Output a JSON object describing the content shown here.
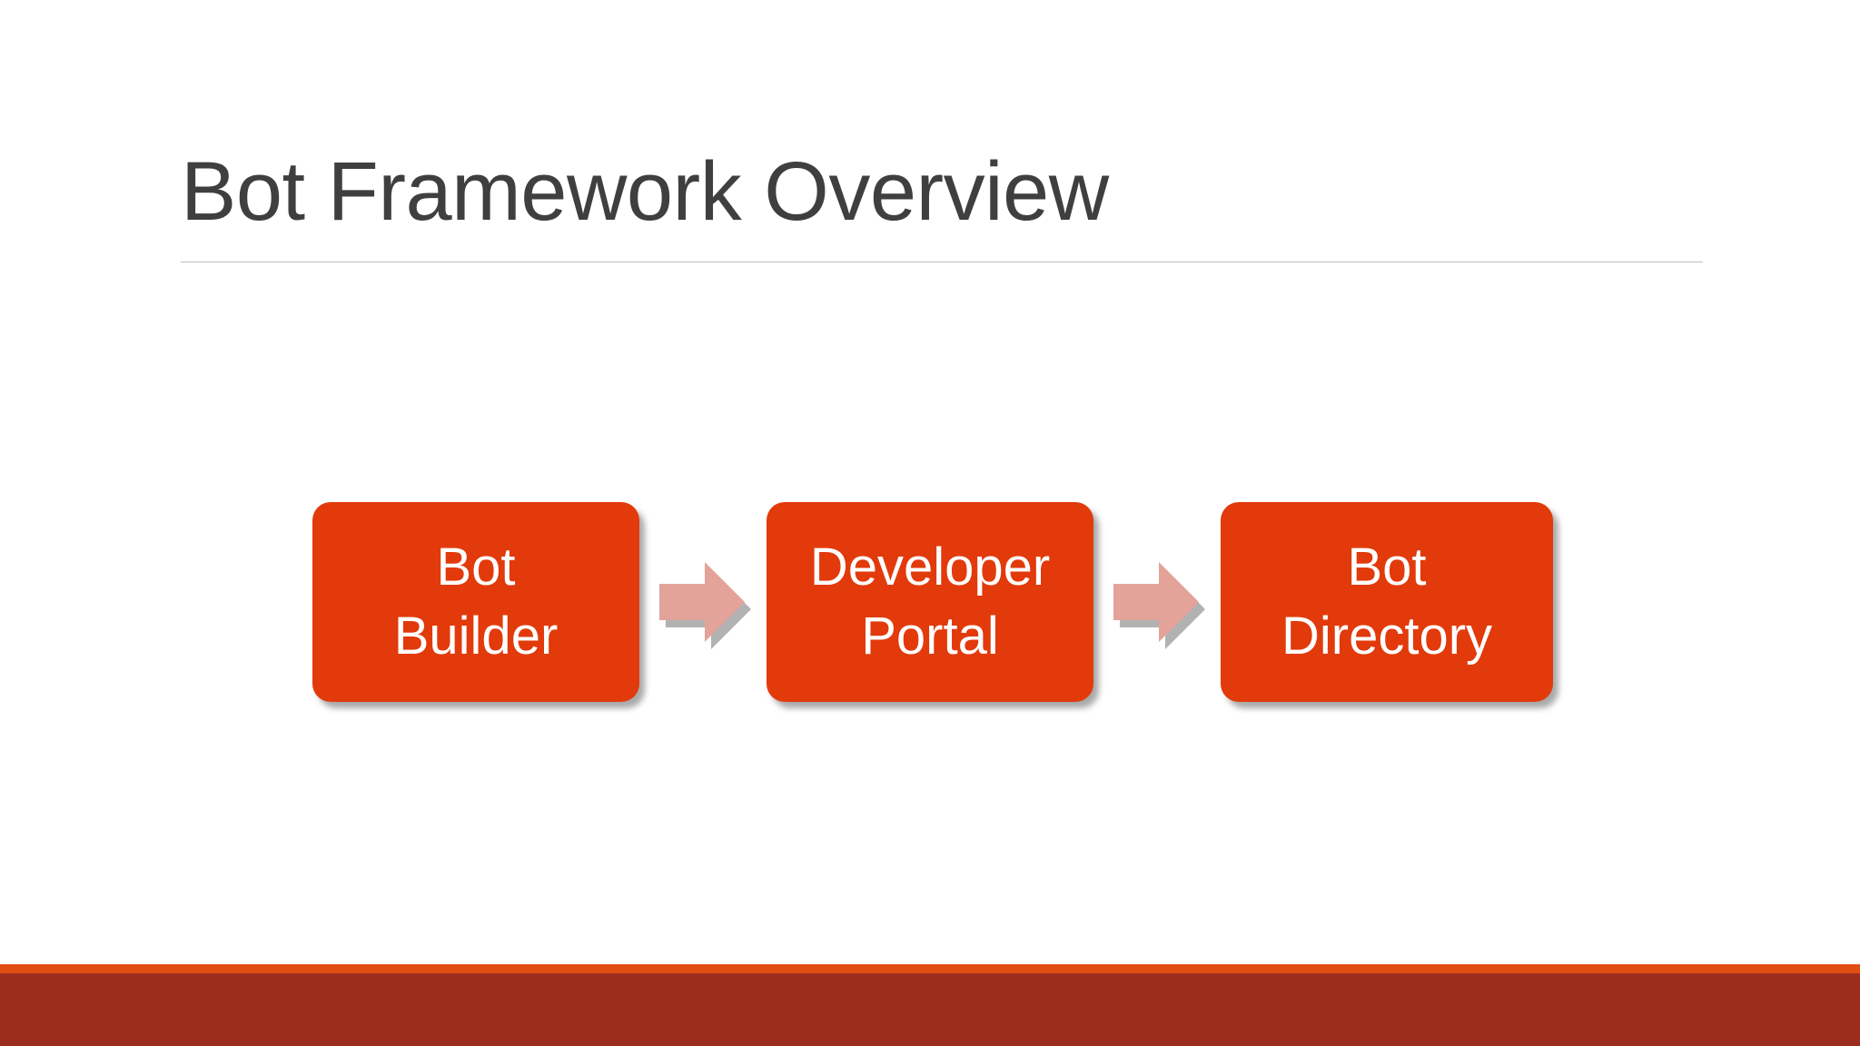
{
  "slide": {
    "title": "Bot Framework Overview",
    "background_color": "#ffffff",
    "title_color": "#3f3f3f",
    "rule_color": "#bfbfbf"
  },
  "diagram": {
    "type": "process-flow",
    "box_fill_color": "#e23a0b",
    "box_text_color": "#ffffff",
    "arrow_color": "#e3a399",
    "steps": [
      {
        "label": "Bot\nBuilder"
      },
      {
        "label": "Developer\nPortal"
      },
      {
        "label": "Bot\nDirectory"
      }
    ],
    "connectors": [
      {
        "name": "arrow-1",
        "direction": "right"
      },
      {
        "name": "arrow-2",
        "direction": "right"
      }
    ]
  },
  "footer": {
    "stripe_color": "#e04e12",
    "band_color": "#9c2d1c"
  }
}
